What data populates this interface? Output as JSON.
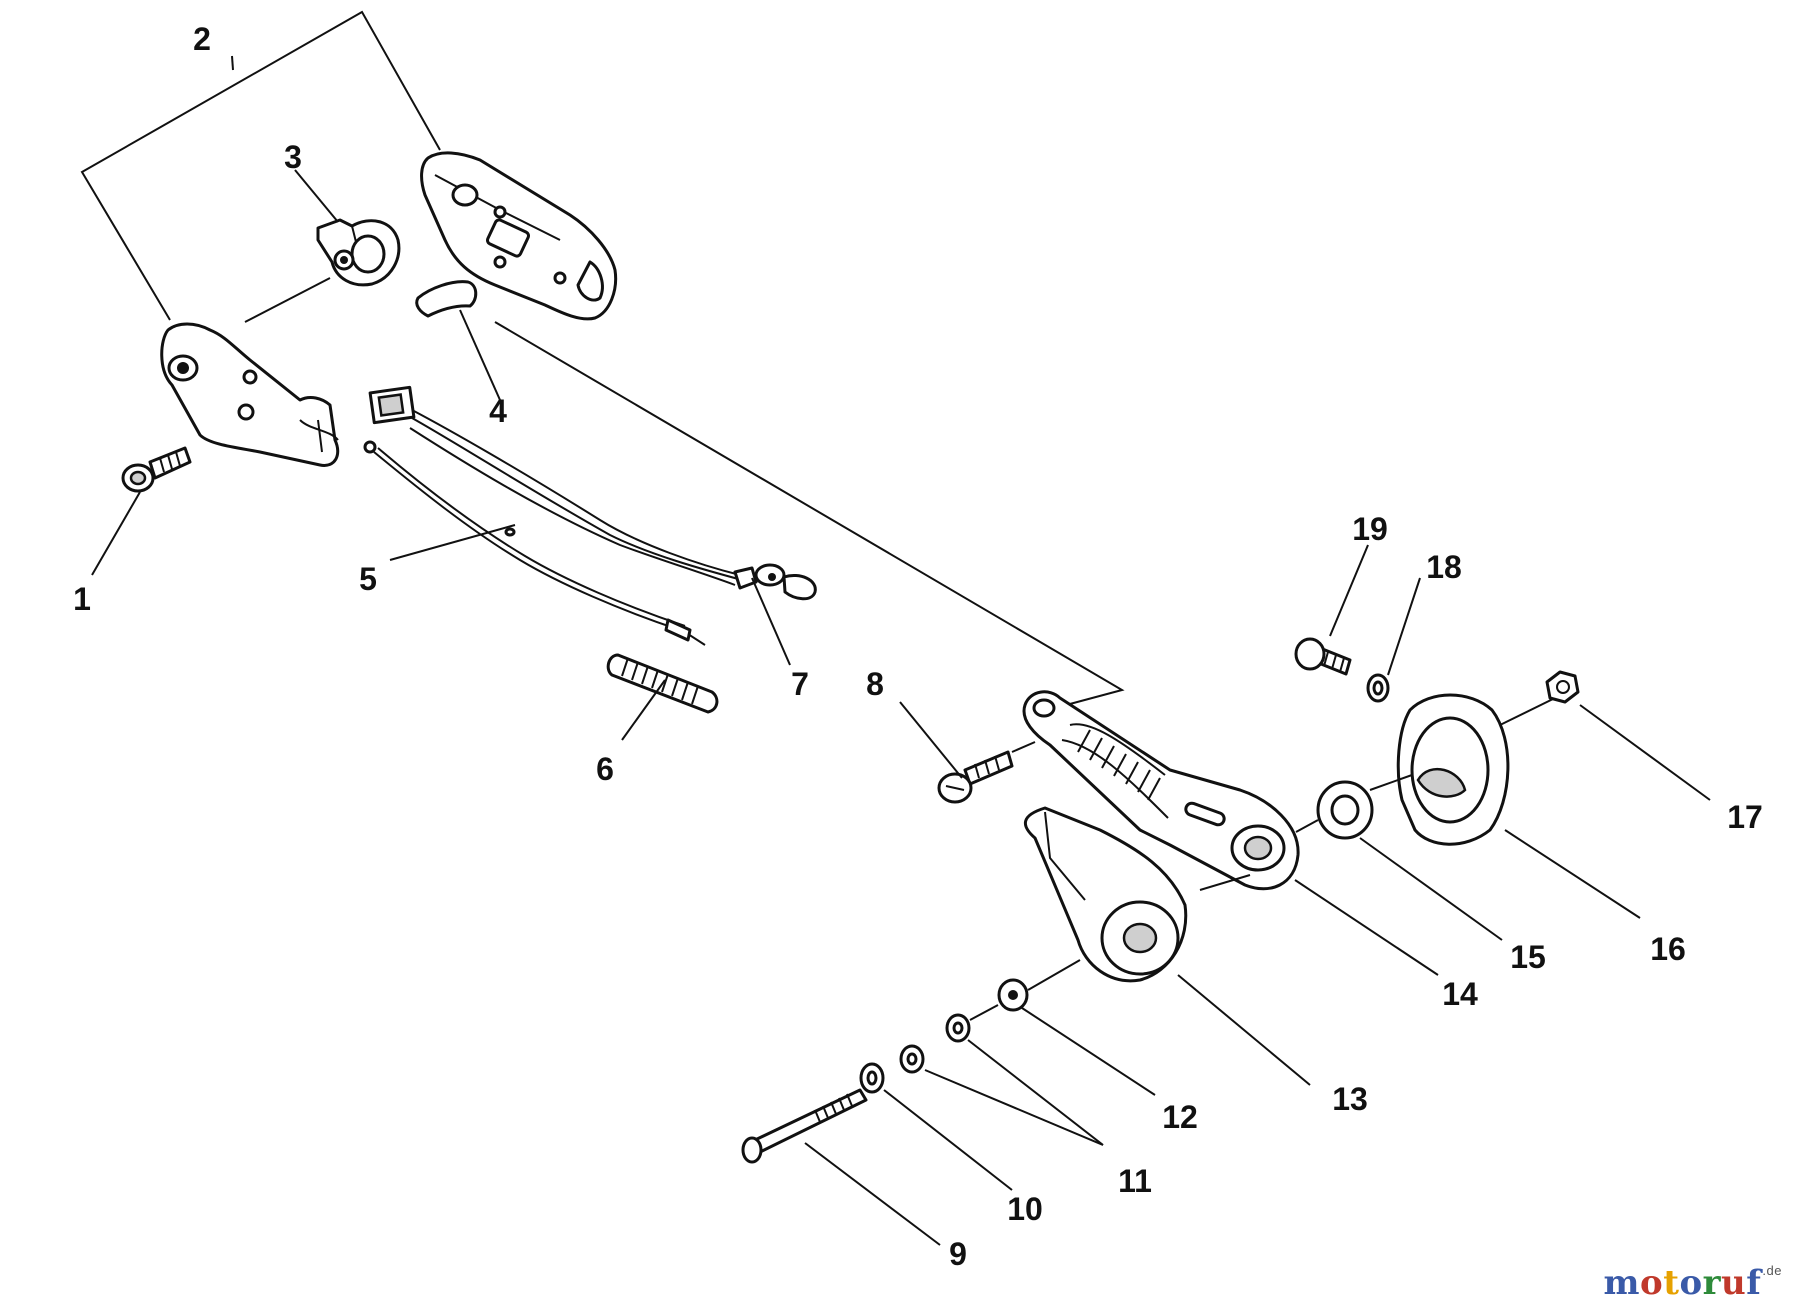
{
  "callouts": {
    "c1": "1",
    "c2": "2",
    "c3": "3",
    "c4": "4",
    "c5": "5",
    "c6": "6",
    "c7": "7",
    "c8": "8",
    "c9": "9",
    "c10": "10",
    "c11": "11",
    "c12": "12",
    "c13": "13",
    "c14": "14",
    "c15": "15",
    "c16": "16",
    "c17": "17",
    "c18": "18",
    "c19": "19"
  },
  "watermark": {
    "letters": [
      "m",
      "o",
      "t",
      "o",
      "r",
      "u",
      "f"
    ],
    "colors": [
      "#3a5aa8",
      "#c0392b",
      "#e6a100",
      "#3a5aa8",
      "#2e8b3a",
      "#c0392b",
      "#3a5aa8"
    ],
    "suffix": ".de"
  }
}
